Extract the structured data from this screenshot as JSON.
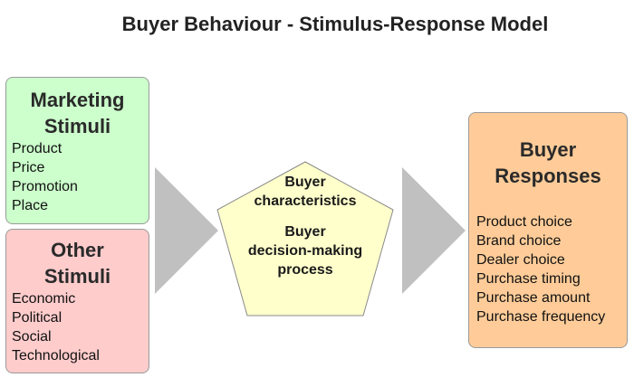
{
  "title": "Buyer Behaviour - Stimulus-Response Model",
  "colors": {
    "marketing_fill": "#ccffcc",
    "other_fill": "#ffcccc",
    "buyer_box_fill": "#ffffcc",
    "responses_fill": "#ffcc99",
    "arrow_fill": "#c0c0c0"
  },
  "marketing_stimuli": {
    "heading_line1": "Marketing",
    "heading_line2": "Stimuli",
    "items": [
      "Product",
      "Price",
      "Promotion",
      "Place"
    ]
  },
  "other_stimuli": {
    "heading_line1": "Other",
    "heading_line2": "Stimuli",
    "items": [
      "Economic",
      "Political",
      "Social",
      "Technological"
    ]
  },
  "buyer_black_box": {
    "characteristics_line1": "Buyer",
    "characteristics_line2": "characteristics",
    "decision_line1": "Buyer",
    "decision_line2": "decision-making",
    "decision_line3": "process"
  },
  "buyer_responses": {
    "heading_line1": "Buyer",
    "heading_line2": "Responses",
    "items": [
      "Product choice",
      "Brand choice",
      "Dealer choice",
      "Purchase timing",
      "Purchase amount",
      "Purchase frequency"
    ]
  }
}
